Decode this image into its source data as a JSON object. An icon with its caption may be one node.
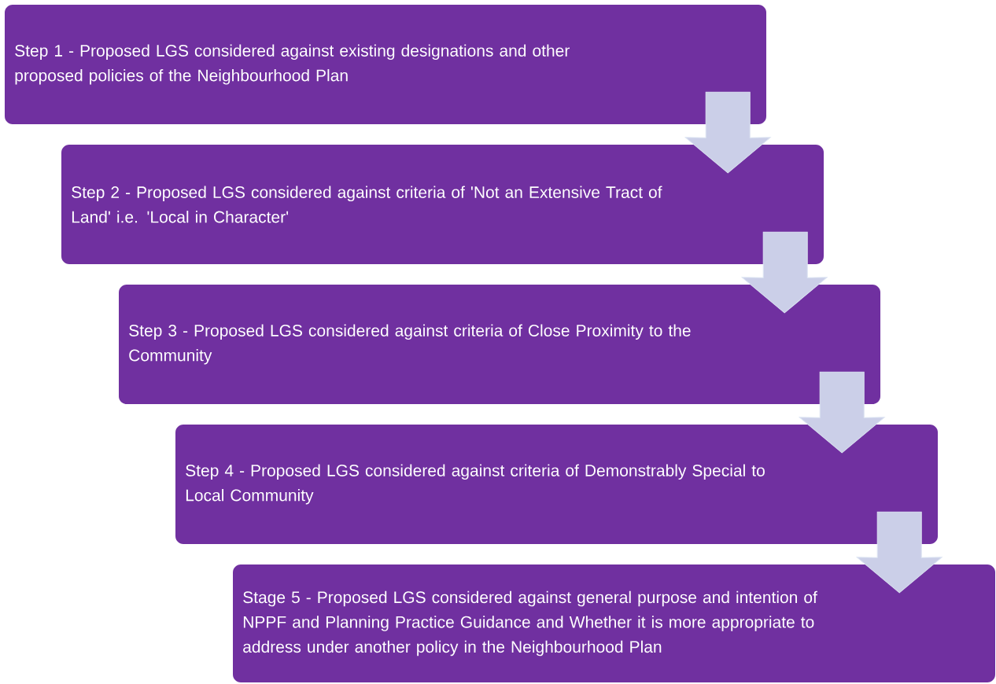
{
  "diagram": {
    "nodes": [
      {
        "text": [
          "Step 1 - Proposed LGS considered against existing designations and other proposed policies of the Neighbourhood Plan"
        ]
      },
      {
        "text": [
          "Step 2 - Proposed LGS considered against criteria of 'Not an Extensive Tract of Land' i.e. 'Local in Character'"
        ]
      },
      {
        "text": [
          "Step 3 - Proposed LGS considered against criteria of Close Proximity to the Community"
        ]
      },
      {
        "text": [
          "Step 4 - Proposed LGS considered against criteria of Demonstrably Special to Local Community"
        ]
      },
      {
        "text": [
          "Stage 5 - Proposed LGS considered against general purpose and intention of NPPF and Planning Practice Guidance and Whether it is more appropriate to address under another policy in the Neighbourhood Plan"
        ]
      }
    ],
    "edges": [
      {
        "from": 0,
        "to": 1,
        "arrow": "to"
      },
      {
        "from": 1,
        "to": 2,
        "arrow": "to"
      },
      {
        "from": 2,
        "to": 3,
        "arrow": "to"
      },
      {
        "from": 3,
        "to": 4,
        "arrow": "to"
      }
    ]
  }
}
